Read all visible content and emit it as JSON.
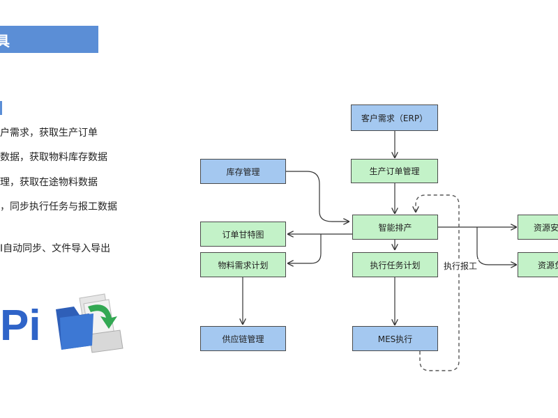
{
  "header": {
    "title": "具"
  },
  "left": {
    "lines": [
      "户需求，获取生产订单",
      "数据，获取物料库存数据",
      "理，获取在途物料数据",
      "，同步执行任务与报工数据",
      "I自动同步、文件导入导出"
    ],
    "api_logo_text": "Pi",
    "icons": [
      "api-logo",
      "file-import-export-icon"
    ]
  },
  "diagram": {
    "nodes": {
      "customer_demand": "客户需求（ERP）",
      "production_order": "生产订单管理",
      "inventory": "库存管理",
      "smart_scheduling": "智能排产",
      "gantt": "订单甘特图",
      "material_plan": "物料需求计划",
      "supply_chain": "供应链管理",
      "exec_task": "执行任务计划",
      "mes": "MES执行",
      "resource_a": "资源安",
      "resource_b": "资源负"
    },
    "loop_label": "执行报工",
    "colors": {
      "blue": "#a4c8f0",
      "green": "#c3f2c8",
      "accent": "#5b8ed6"
    }
  }
}
